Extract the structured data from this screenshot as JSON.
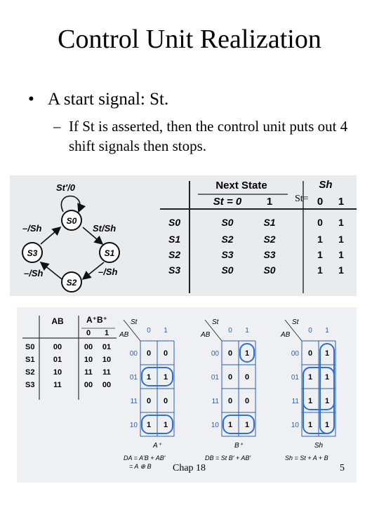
{
  "slide": {
    "title": "Control Unit Realization",
    "bullet_1": "A start signal: St.",
    "bullet_2": "If St is asserted, then the control unit puts out 4 shift signals then stops.",
    "bullet_marker": "•",
    "sub_marker": "–",
    "footer": "Chap 18",
    "page_number": "5",
    "overlay_label": "St="
  },
  "state_diagram": {
    "states": [
      "S0",
      "S1",
      "S2",
      "S3"
    ],
    "self_loop_label": "St′/0",
    "edge_labels": {
      "s0_to_s1": "St/Sh",
      "s1_to_s2": "–/Sh",
      "s2_to_s3": "–/Sh",
      "s3_to_s0": "–/Sh"
    }
  },
  "next_state_table": {
    "header_next_state": "Next State",
    "header_sh": "Sh",
    "sub_header_st0": "St = 0",
    "sub_header_st1": "1",
    "sh_sub_header_0": "0",
    "sh_sub_header_1": "1",
    "rows": [
      {
        "state": "S0",
        "ns0": "S0",
        "ns1": "S1",
        "sh0": "0",
        "sh1": "1"
      },
      {
        "state": "S1",
        "ns0": "S2",
        "ns1": "S2",
        "sh0": "1",
        "sh1": "1"
      },
      {
        "state": "S2",
        "ns0": "S3",
        "ns1": "S3",
        "sh0": "1",
        "sh1": "1"
      },
      {
        "state": "S3",
        "ns0": "S0",
        "ns1": "S0",
        "sh0": "1",
        "sh1": "1"
      }
    ]
  },
  "assignment_table": {
    "header_ab": "AB",
    "header_next": "A⁺B⁺",
    "header_0": "0",
    "header_1": "1",
    "rows": [
      {
        "state": "S0",
        "ab": "00",
        "n0": "00",
        "n1": "01"
      },
      {
        "state": "S1",
        "ab": "01",
        "n0": "10",
        "n1": "10"
      },
      {
        "state": "S2",
        "ab": "10",
        "n0": "11",
        "n1": "11"
      },
      {
        "state": "S3",
        "ab": "11",
        "n0": "00",
        "n1": "00"
      }
    ]
  },
  "kmaps": [
    {
      "corner_top": "St",
      "corner_left": "AB",
      "cols": [
        "0",
        "1"
      ],
      "rows": [
        "00",
        "01",
        "11",
        "10"
      ],
      "cells": [
        [
          "0",
          "0"
        ],
        [
          "1",
          "1"
        ],
        [
          "0",
          "0"
        ],
        [
          "1",
          "1"
        ]
      ],
      "label": "A⁺",
      "eq_line1": "DA = A′B + AB′",
      "eq_line2": "= A ⊕ B"
    },
    {
      "corner_top": "St",
      "corner_left": "AB",
      "cols": [
        "0",
        "1"
      ],
      "rows": [
        "00",
        "01",
        "11",
        "10"
      ],
      "cells": [
        [
          "0",
          "1"
        ],
        [
          "0",
          "0"
        ],
        [
          "0",
          "0"
        ],
        [
          "1",
          "1"
        ]
      ],
      "label": "B⁺",
      "eq_line1": "DB = St B′ + AB′",
      "eq_line2": ""
    },
    {
      "corner_top": "St",
      "corner_left": "AB",
      "cols": [
        "0",
        "1"
      ],
      "rows": [
        "00",
        "01",
        "11",
        "10"
      ],
      "cells": [
        [
          "0",
          "1"
        ],
        [
          "1",
          "1"
        ],
        [
          "1",
          "1"
        ],
        [
          "1",
          "1"
        ]
      ],
      "label": "Sh",
      "eq_line1": "Sh = St + A + B",
      "eq_line2": ""
    }
  ],
  "colors": {
    "loop_blue": "#2f6fd6",
    "kmap_grid": "#2b5fb0",
    "panel_bg": "#e9ecee"
  }
}
